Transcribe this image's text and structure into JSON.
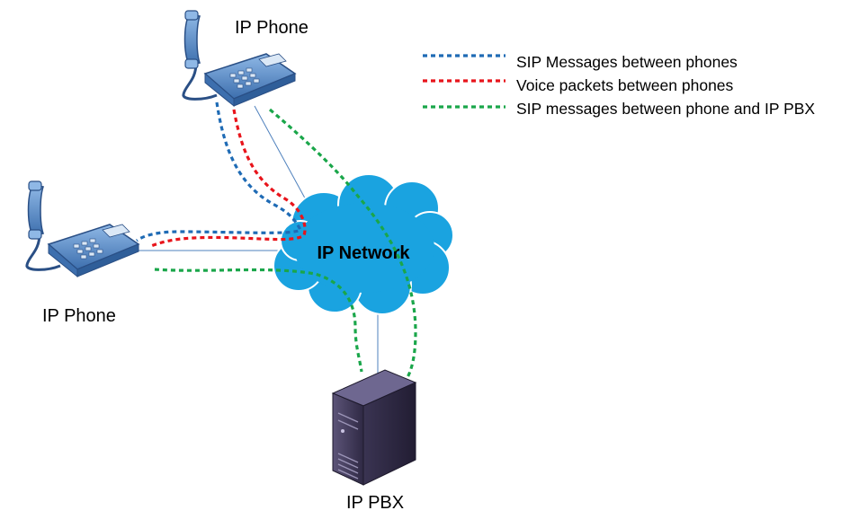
{
  "nodes": {
    "phone_top": {
      "label": "IP Phone"
    },
    "phone_left": {
      "label": "IP Phone"
    },
    "network": {
      "label": "IP Network"
    },
    "pbx": {
      "label": "IP PBX"
    }
  },
  "legend": [
    {
      "label": "SIP Messages between phones",
      "color": "#1f6bb5"
    },
    {
      "label": "Voice packets between phones",
      "color": "#e8141b"
    },
    {
      "label": "SIP messages between phone and IP PBX",
      "color": "#1aa64a"
    }
  ],
  "colors": {
    "cloud": "#1aa3e0",
    "cloud_outline": "#ffffff",
    "phone_body": "#4a7fc1",
    "link_line": "#4f81bd",
    "server_body": "#3a3550"
  },
  "icons": {
    "phone_top": "ip-phone-icon",
    "phone_left": "ip-phone-icon",
    "network": "cloud-icon",
    "pbx": "server-tower-icon"
  }
}
